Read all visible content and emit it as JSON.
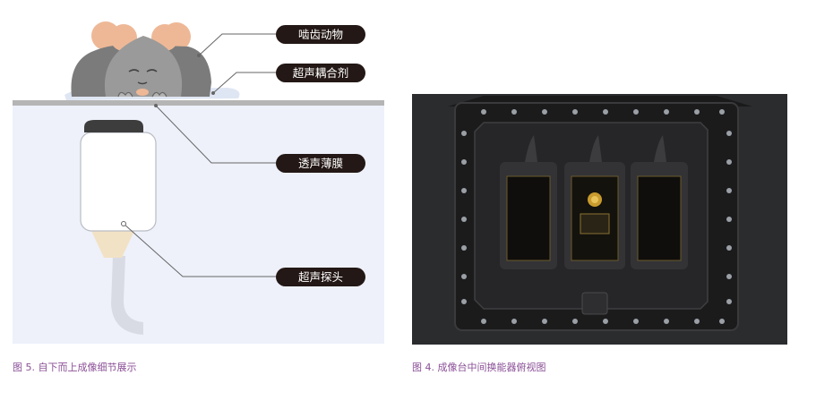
{
  "diagram": {
    "labels": {
      "rodent": "啮齿动物",
      "gel": "超声耦合剂",
      "film": "透声薄膜",
      "probe": "超声探头"
    }
  },
  "captions": {
    "left": "图 5. 自下而上成像细节展示",
    "right": "图 4. 成像台中间换能器俯视图"
  },
  "colors": {
    "caption": "#8a4f96",
    "label_bg": "#231815",
    "panel_bg": "#f1f3fa"
  }
}
